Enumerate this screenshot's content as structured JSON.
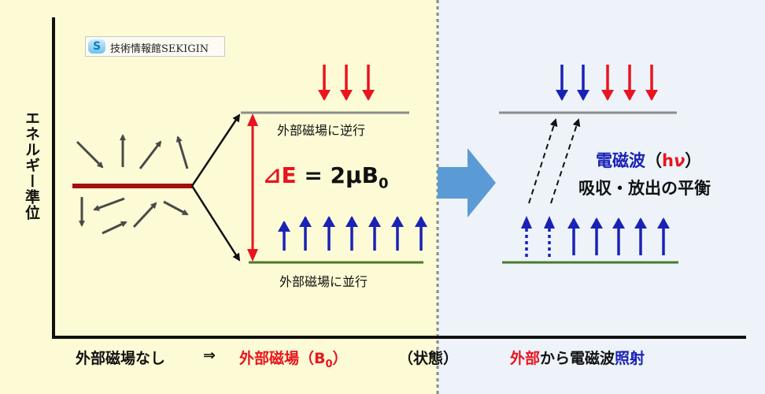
{
  "logo": {
    "mark": "S",
    "text": "技術情報館SEKIGIN"
  },
  "axis": {
    "y_label": "エネルギー準位"
  },
  "levels": {
    "upper_label": "外部磁場に逆行",
    "lower_label": "外部磁場に並行"
  },
  "delta_e": {
    "symbol": "⊿E",
    "equals": " = 2μB",
    "sub": "0"
  },
  "right_panel": {
    "em_title": "電磁波",
    "em_paren_open": "（",
    "em_h": "h",
    "em_nu": "ν",
    "em_paren_close": "）",
    "em_subtitle": "吸収・放出の平衡"
  },
  "bottom": {
    "state1": "外部磁場なし",
    "arrow": "⇒",
    "state2_prefix": "外部磁場（B",
    "state2_sub": "0",
    "state2_suffix": "）",
    "state_word": "（状態）",
    "right_red": "外部",
    "right_black": "から電磁波",
    "right_blue": "照射"
  },
  "colors": {
    "left_bg": "#fdfbd5",
    "right_bg": "#edf3f9",
    "red": "#e8141f",
    "blue": "#1a22b5",
    "dark_red": "#a30f0f",
    "green": "#4a7a2c",
    "gray": "#8c8c8c"
  }
}
